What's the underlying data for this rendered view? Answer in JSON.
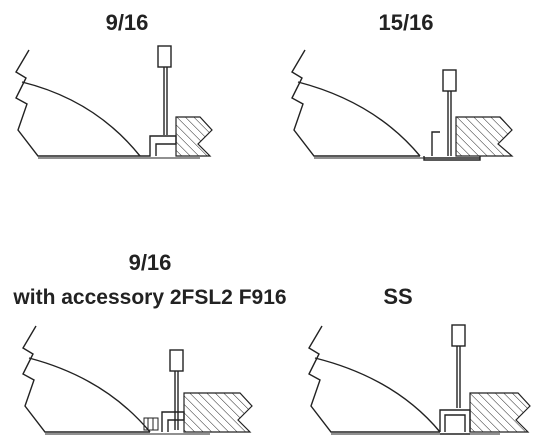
{
  "labels": {
    "top_left": "9/16",
    "top_right": "15/16",
    "bottom_left_line1": "9/16",
    "bottom_left_line2": "with accessory 2FSL2 F916",
    "bottom_right": "SS"
  }
}
